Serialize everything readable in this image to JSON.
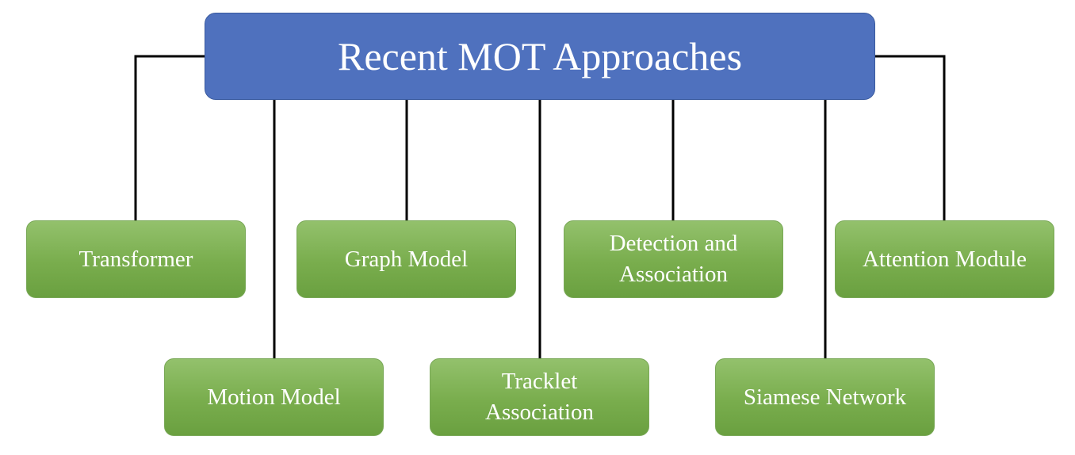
{
  "diagram": {
    "root": {
      "label": "Recent MOT Approaches"
    },
    "nodes": [
      {
        "label": "Transformer"
      },
      {
        "label": "Motion Model"
      },
      {
        "label": "Graph Model"
      },
      {
        "label": "Tracklet\nAssociation"
      },
      {
        "label": "Detection and\nAssociation"
      },
      {
        "label": "Siamese Network"
      },
      {
        "label": "Attention Module"
      }
    ]
  },
  "colors": {
    "root_fill": "#4f71be",
    "node_fill": "#79ad4d",
    "connector": "#000000",
    "text": "#ffffff"
  }
}
